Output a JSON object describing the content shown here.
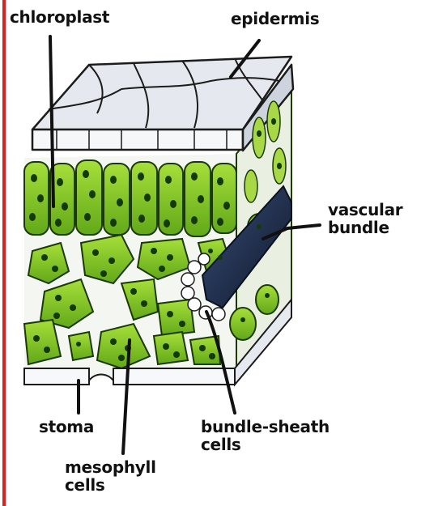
{
  "labels": {
    "chloroplast": "chloroplast",
    "epidermis": "epidermis",
    "vascular_bundle_line1": "vascular",
    "vascular_bundle_line2": "bundle",
    "stoma": "stoma",
    "mesophyll_line1": "mesophyll",
    "mesophyll_line2": "cells",
    "bundle_sheath_line1": "bundle-sheath",
    "bundle_sheath_line2": "cells"
  },
  "colors": {
    "border": "#e02020",
    "mesophyll_green": "#7cc421",
    "cell_outline": "#1c3a08",
    "chloroplast_dark": "#143a0c",
    "epidermis_grey": "#d8dde4",
    "vascular_dark": "#15263f",
    "label_text": "#111111"
  }
}
